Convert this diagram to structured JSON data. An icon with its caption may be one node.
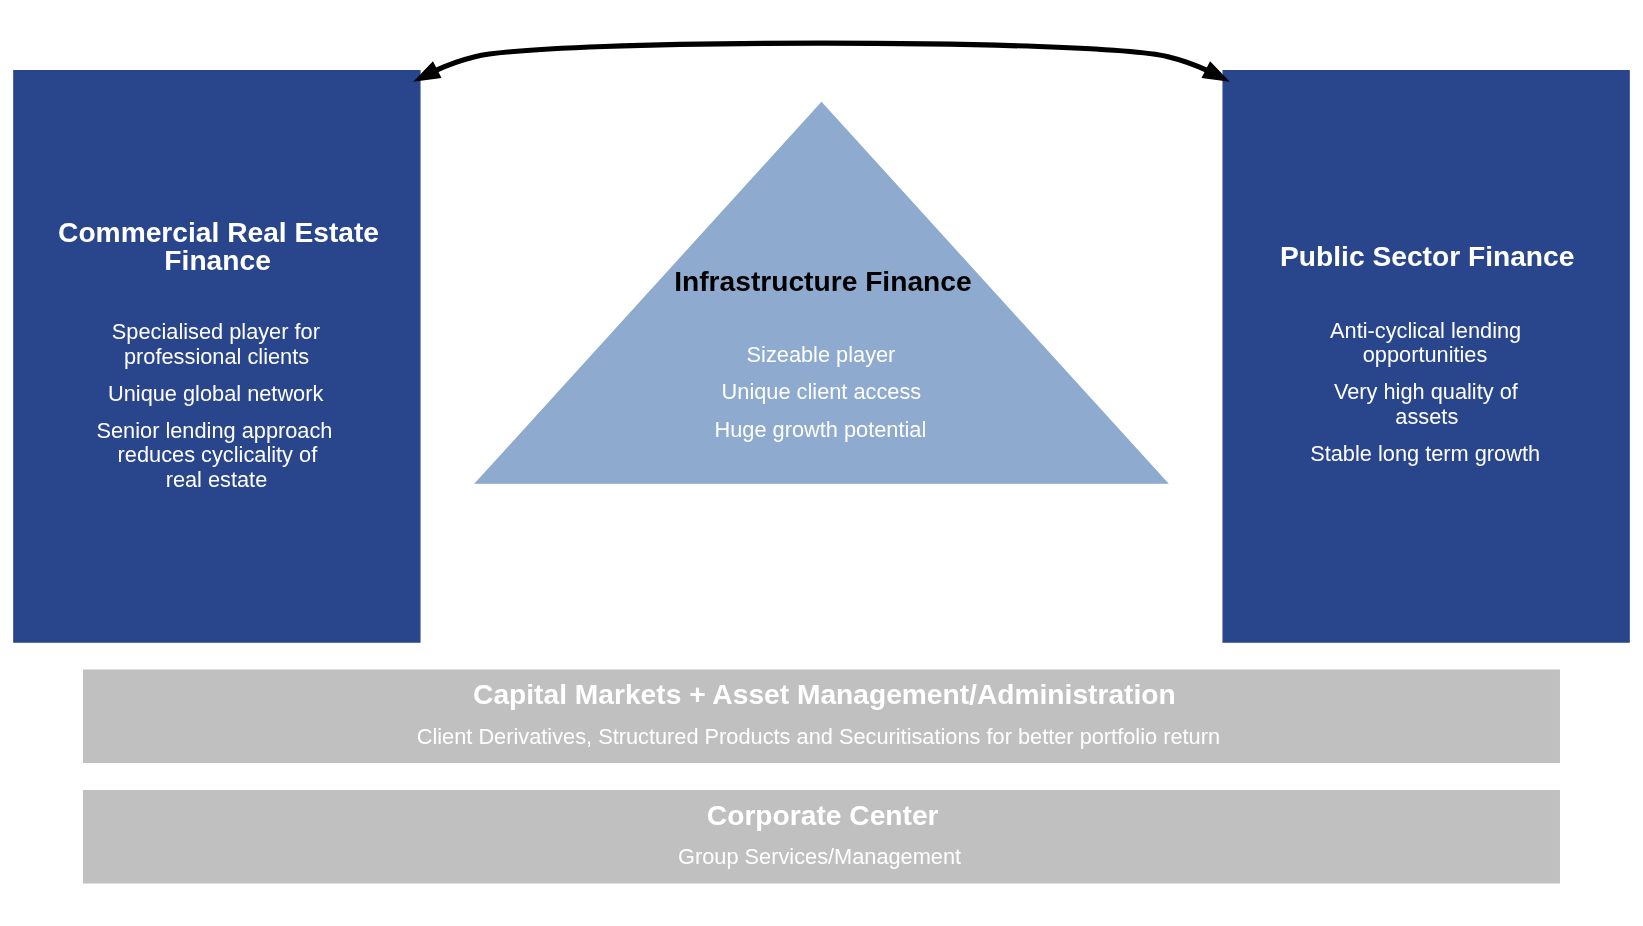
{
  "diagram": {
    "nodes": [
      {
        "text": [
          "Commercial Real Estate Finance",
          "Specialised player for professional clients",
          "Unique global network",
          "Senior lending approach reduces cyclicality of real estate"
        ]
      },
      {
        "text": [
          "Infrastructure Finance",
          "Sizeable player",
          "Unique client access",
          "Huge growth potential"
        ]
      },
      {
        "text": [
          "Public Sector Finance",
          "Anti-cyclical lending opportunities",
          "Very high quality of assets",
          "Stable long term growth"
        ]
      },
      {
        "text": [
          "Capital Markets + Asset Management/Administration",
          "Client Derivatives, Structured Products and Securitisations for better portfolio return"
        ]
      },
      {
        "text": [
          "Corporate Center",
          "Group Services/Management"
        ]
      }
    ],
    "edges": [
      {
        "from": 0,
        "to": 2,
        "arrow": "both"
      }
    ]
  }
}
